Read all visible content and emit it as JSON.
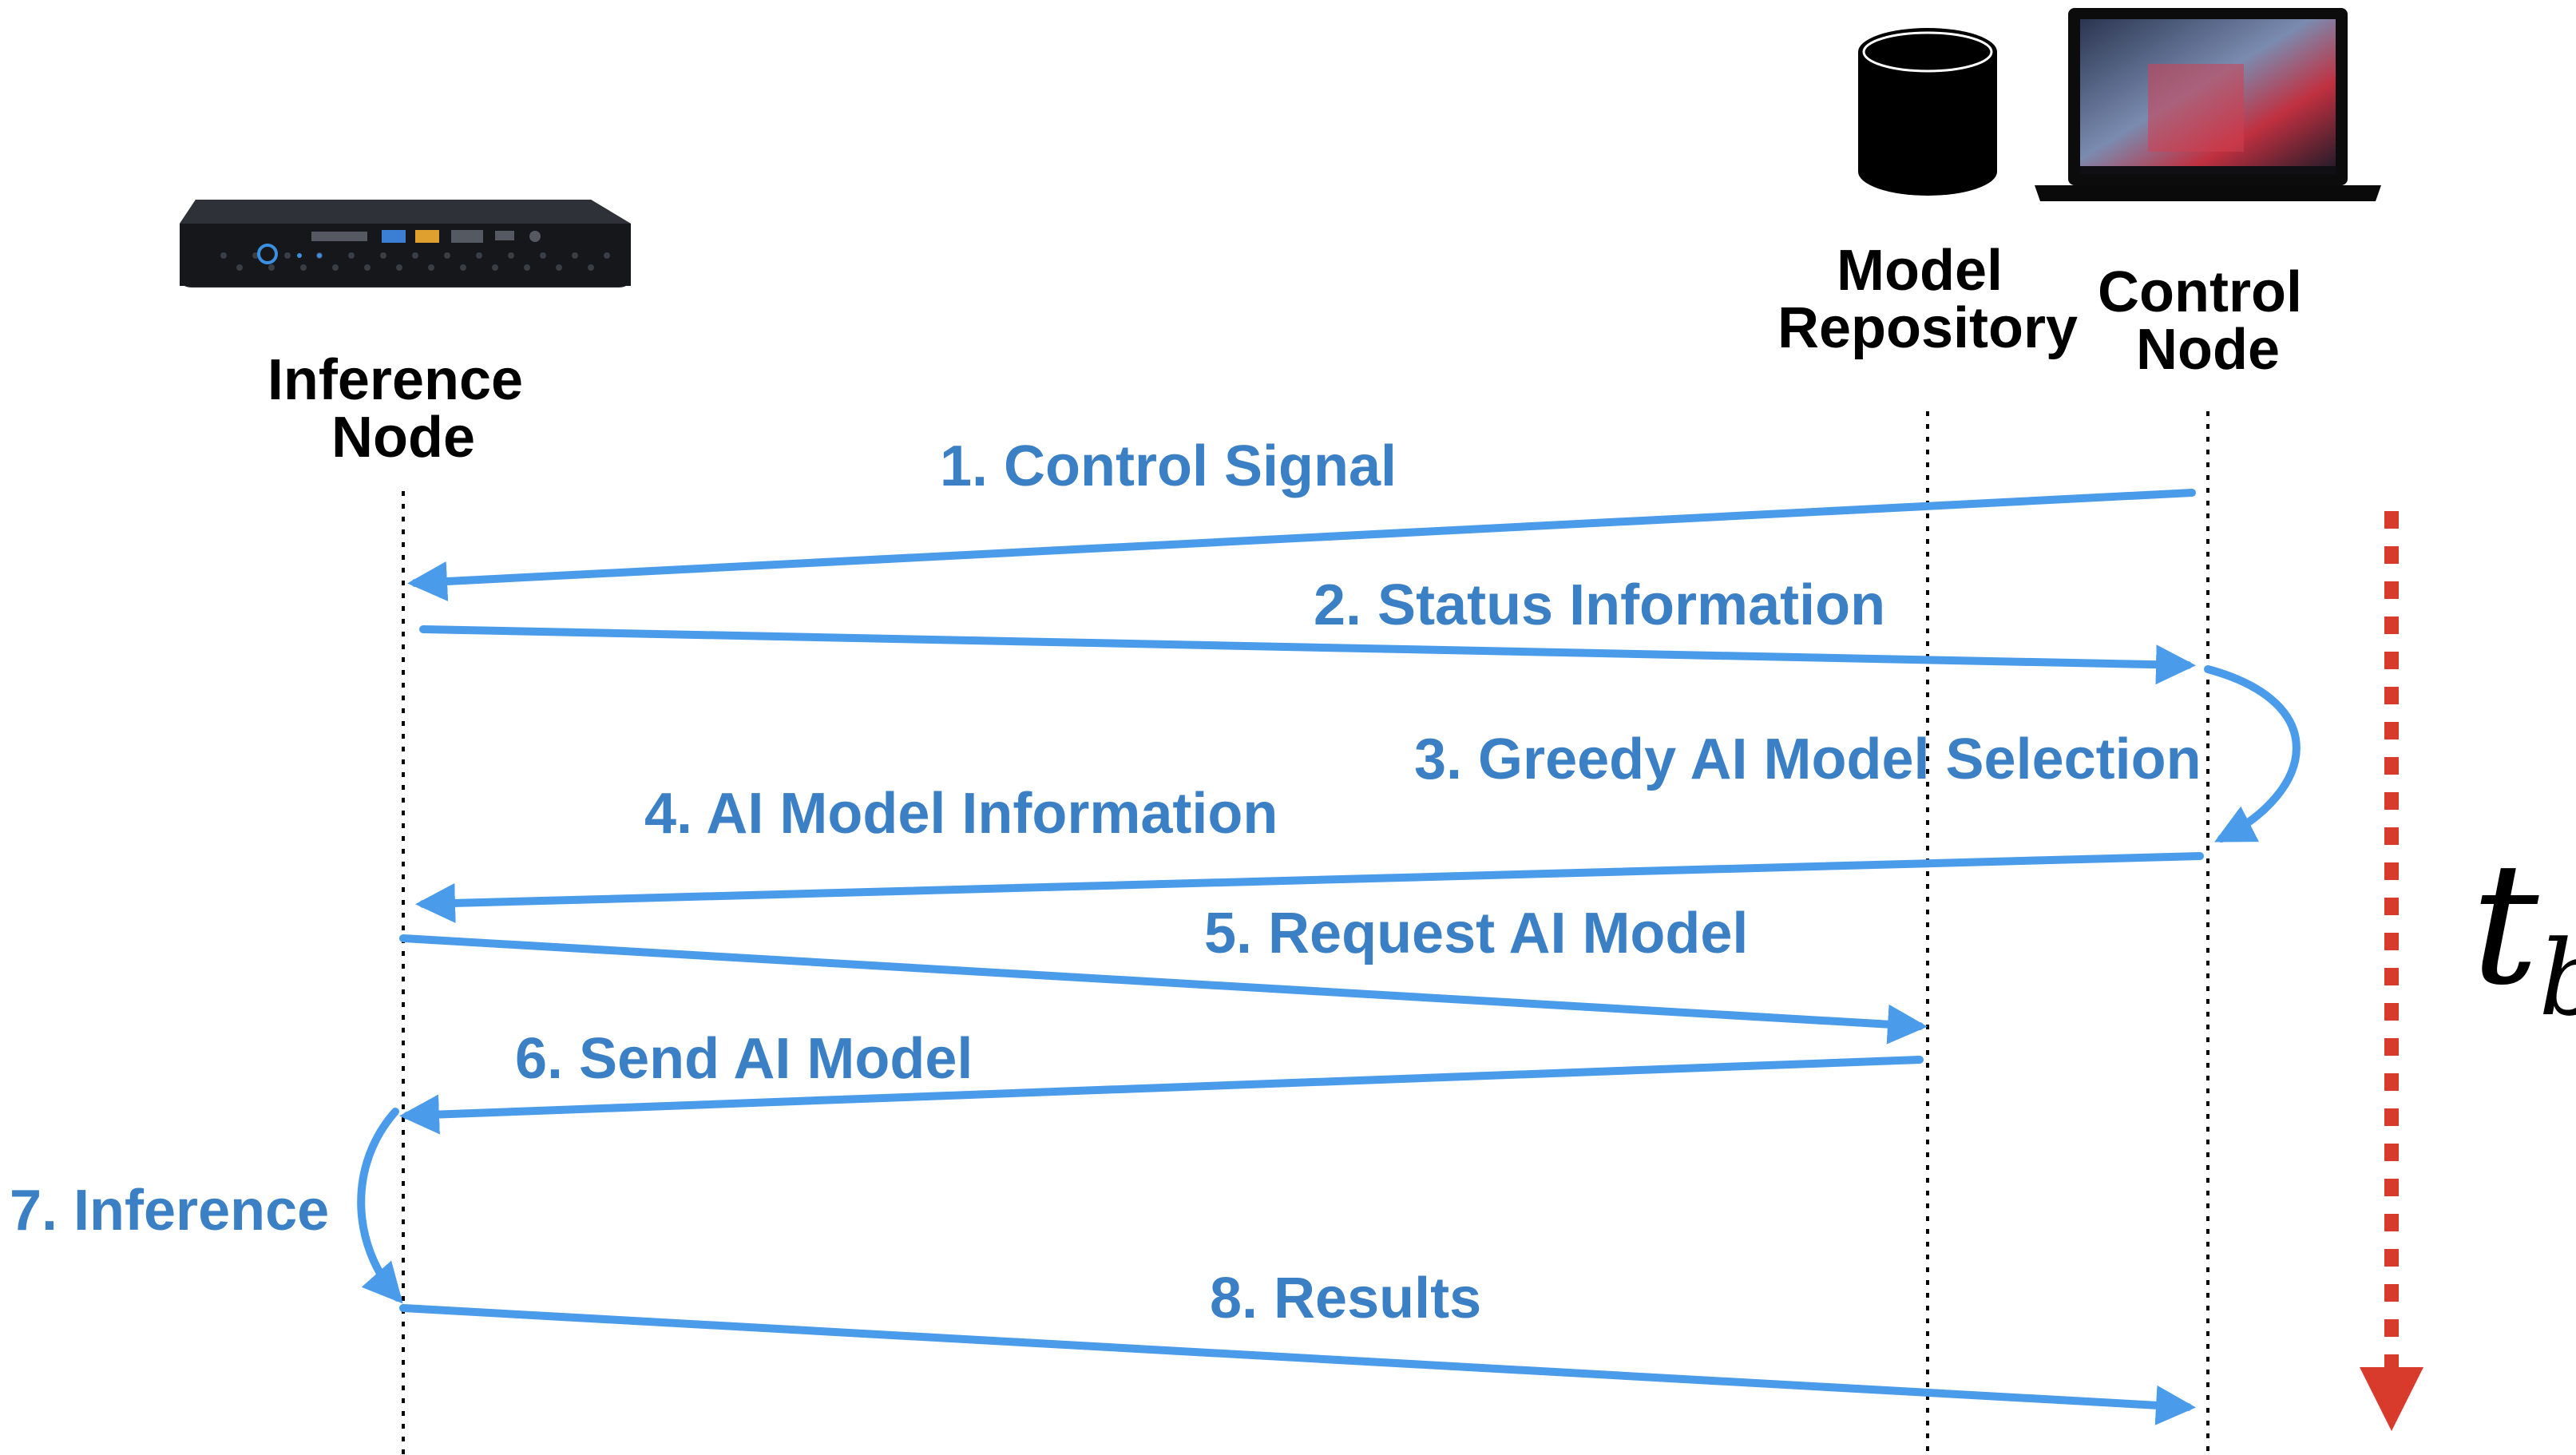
{
  "nodes": {
    "inference": {
      "line1": "Inference",
      "line2": "Node"
    },
    "repository": {
      "line1": "Model",
      "line2": "Repository"
    },
    "control": {
      "line1": "Control",
      "line2": "Node"
    }
  },
  "messages": [
    {
      "label": "1. Control Signal"
    },
    {
      "label": "2. Status Information"
    },
    {
      "label": "3. Greedy AI Model Selection"
    },
    {
      "label": "4. AI Model Information"
    },
    {
      "label": "5. Request AI Model"
    },
    {
      "label": "6. Send AI Model"
    },
    {
      "label": "7. Inference"
    },
    {
      "label": "8. Results"
    }
  ],
  "time_axis": {
    "symbol": "t",
    "subscript": "b"
  },
  "icons": {
    "inference_device": "mini-pc-icon",
    "repository": "database-cylinder-icon",
    "control_device": "laptop-icon"
  },
  "colors": {
    "arrow": "#4A9BEA",
    "label": "#3B7FC4",
    "time_arrow": "#D83A2C",
    "lifeline": "#000000",
    "node_label": "#000000"
  }
}
